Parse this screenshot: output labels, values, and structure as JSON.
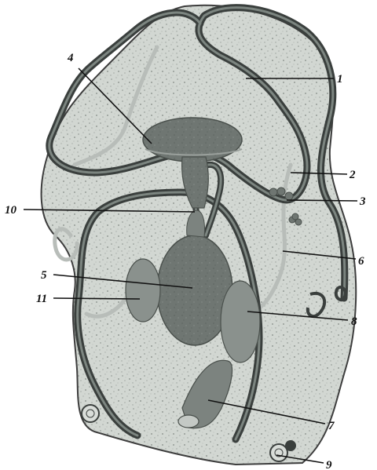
{
  "figure": {
    "colors": {
      "background": "#ffffff",
      "body_fill": "#cfd4cf",
      "body_outline": "#3d3d3d",
      "vessel_dark": "#3a3f3d",
      "vessel_core": "#7c8580",
      "organ_fill": "#6f7672",
      "organ_light": "#8f9692",
      "duct": "#b8bdb9"
    },
    "labels": [
      {
        "id": "label-1",
        "text": "1"
      },
      {
        "id": "label-2",
        "text": "2"
      },
      {
        "id": "label-3",
        "text": "3"
      },
      {
        "id": "label-4",
        "text": "4"
      },
      {
        "id": "label-5",
        "text": "5"
      },
      {
        "id": "label-6",
        "text": "6"
      },
      {
        "id": "label-7",
        "text": "7"
      },
      {
        "id": "label-8",
        "text": "8"
      },
      {
        "id": "label-9",
        "text": "9"
      },
      {
        "id": "label-10",
        "text": "10"
      },
      {
        "id": "label-11",
        "text": "11"
      }
    ]
  }
}
